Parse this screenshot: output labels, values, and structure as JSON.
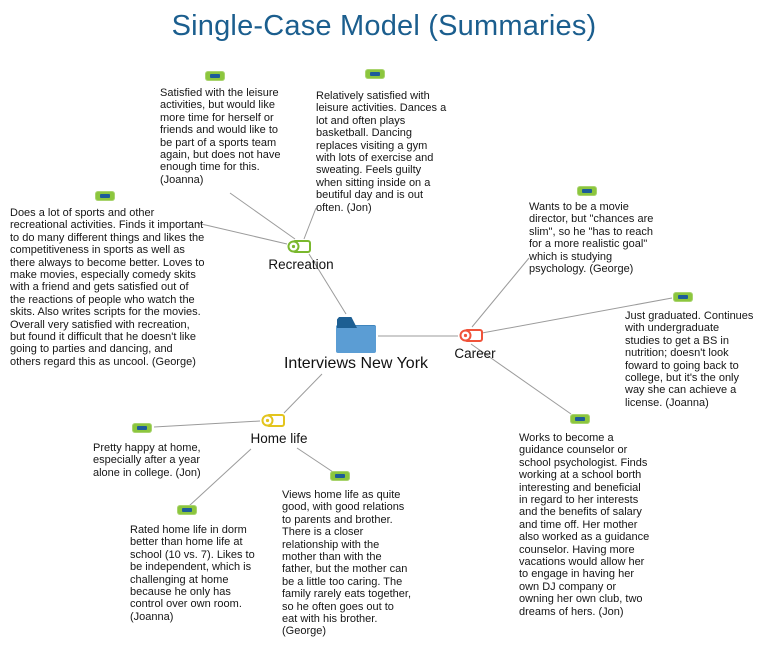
{
  "title": "Single-Case Model (Summaries)",
  "root": {
    "label": "Interviews New York"
  },
  "codes": {
    "recreation": {
      "label": "Recreation",
      "color": "#7ab82e"
    },
    "career": {
      "label": "Career",
      "color": "#f0533a"
    },
    "home": {
      "label": "Home life",
      "color": "#e3c41d"
    }
  },
  "colors": {
    "title": "#1b5e8e",
    "line": "#9b9b9b",
    "memo_fill": "#8cc63e",
    "memo_bar": "#1d5c99",
    "folder_body": "#5b9dd4",
    "folder_tab": "#1d5f93"
  },
  "icons": {
    "memo": "green rounded badge with blue dash (summary/memo)",
    "code": "tag outline with circle and dot (code symbol)",
    "folder": "blue document-group folder"
  },
  "summaries": [
    {
      "code": "Recreation",
      "person": "George",
      "text": "Does a lot of sports and other\nrecreational activities. Finds it important\nto do many different things and likes the\ncompetitiveness in sports as well as\nthere always to become better. Loves to\nmake movies, especially comedy skits\nwith a friend and gets satisfied out of\nthe reactions of people who watch the\nskits. Also writes scripts for the movies.\nOverall very satisfied with recreation,\nbut found it difficult that he doesn't like\ngoing to parties and dancing, and\nothers regard this as uncool. (George)"
    },
    {
      "code": "Recreation",
      "person": "Joanna",
      "text": "Satisfied with the leisure\nactivities, but would like\nmore time for herself or\nfriends and would like to\nbe part of a sports team\nagain, but does not have\nenough time for this.\n(Joanna)"
    },
    {
      "code": "Recreation",
      "person": "Jon",
      "text": "Relatively satisfied with\nleisure activities. Dances a\nlot and often plays\nbasketball. Dancing\nreplaces visiting a gym\nwith lots of exercise and\nsweating. Feels guilty\nwhen sitting inside on a\nbeutiful day and is out\noften. (Jon)"
    },
    {
      "code": "Career",
      "person": "George",
      "text": "Wants to be a movie\ndirector, but \"chances are\nslim\", so he \"has to reach\nfor a more realistic goal\"\nwhich is studying\npsychology. (George)"
    },
    {
      "code": "Career",
      "person": "Joanna",
      "text": "Just graduated. Continues\nwith undergraduate\nstudies to get a BS in\nnutrition; doesn't look\nfoward to going back to\ncollege, but it's the only\nway she can achieve a\nlicense. (Joanna)"
    },
    {
      "code": "Career",
      "person": "Jon",
      "text": "Works to become a\nguidance counselor or\nschool psychologist. Finds\nworking at a school borth\ninteresting and beneficial\nin regard to her interests\nand the benefits of salary\nand time off. Her mother\nalso worked as a guidance\ncounselor. Having more\nvacations would allow her\nto engage in having her\nown DJ company or\nowning her own club, two\ndreams of hers. (Jon)"
    },
    {
      "code": "Home life",
      "person": "Jon",
      "text": "Pretty happy at home,\nespecially after a year\nalone in college. (Jon)"
    },
    {
      "code": "Home life",
      "person": "Joanna",
      "text": "Rated home life in dorm\nbetter than home life at\nschool (10 vs. 7). Likes to\nbe independent, which is\nchallenging at home\nbecause he only has\ncontrol over own room.\n(Joanna)"
    },
    {
      "code": "Home life",
      "person": "George",
      "text": "Views home life as quite\ngood, with good relations\nto parents and brother.\nThere is a closer\nrelationship with the\nmother than with the\nfather, but the mother can\nbe a little too caring. The\nfamily rarely eats together,\nso he often goes out to\neat with his brother.\n(George)"
    }
  ]
}
